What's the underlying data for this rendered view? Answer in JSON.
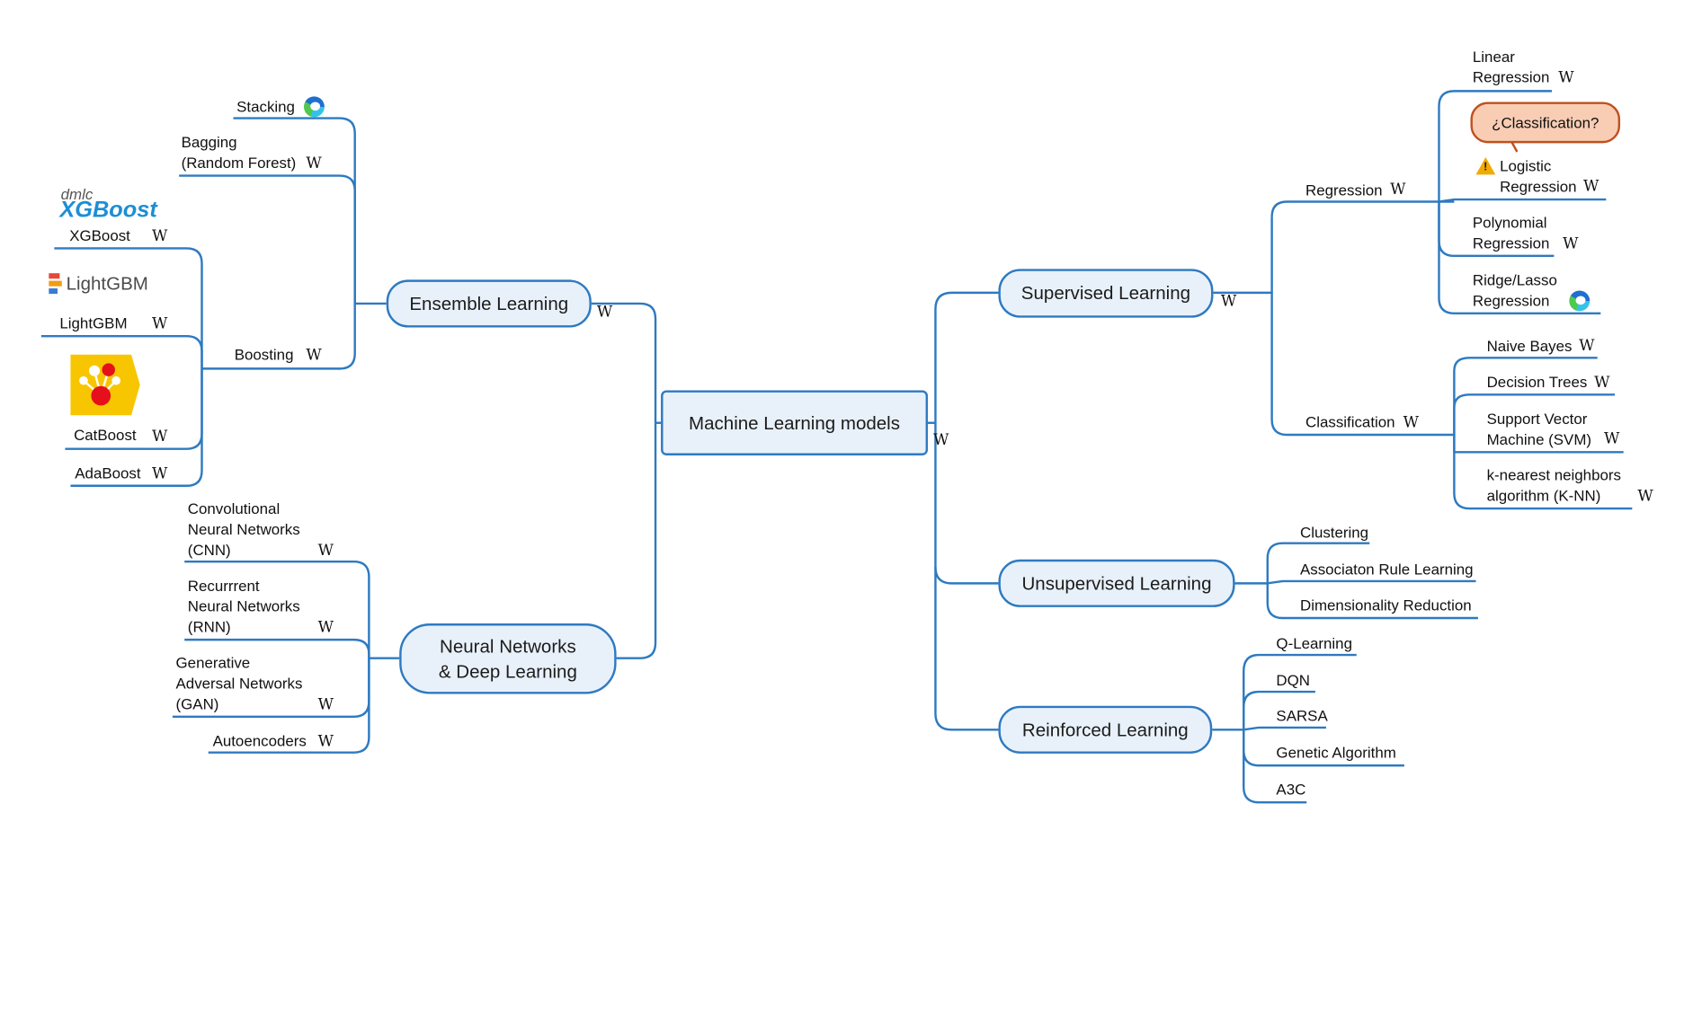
{
  "central": {
    "label": "Machine Learning models",
    "wiki": "W"
  },
  "branches": {
    "supervised": {
      "label": "Supervised Learning",
      "wiki": "W",
      "regression": {
        "label": "Regression",
        "wiki": "W",
        "items": [
          {
            "label_1": "Linear",
            "label_2": "Regression",
            "wiki": "W"
          },
          {
            "label_1": "Logistic",
            "label_2": "Regression",
            "wiki": "W"
          },
          {
            "label_1": "Polynomial",
            "label_2": "Regression",
            "wiki": "W"
          },
          {
            "label_1": "Ridge/Lasso",
            "label_2": "Regression"
          }
        ],
        "callout": "¿Classification?",
        "warning_icon": "warning-icon"
      },
      "classification": {
        "label": "Classification",
        "wiki": "W",
        "items": [
          {
            "label_1": "Naive Bayes",
            "wiki": "W"
          },
          {
            "label_1": "Decision Trees",
            "wiki": "W"
          },
          {
            "label_1": "Support Vector",
            "label_2": "Machine (SVM)",
            "wiki": "W"
          },
          {
            "label_1": "k-nearest neighbors",
            "label_2": "algorithm (K-NN)",
            "wiki": "W"
          }
        ]
      }
    },
    "unsupervised": {
      "label": "Unsupervised Learning",
      "items": [
        "Clustering",
        "Associaton Rule Learning",
        "Dimensionality Reduction"
      ]
    },
    "reinforced": {
      "label": "Reinforced Learning",
      "items": [
        "Q-Learning",
        "DQN",
        "SARSA",
        "Genetic Algorithm",
        "A3C"
      ]
    },
    "ensemble": {
      "label": "Ensemble Learning",
      "wiki": "W",
      "stacking": {
        "label": "Stacking"
      },
      "bagging": {
        "label_1": "Bagging",
        "label_2": "(Random Forest)",
        "wiki": "W"
      },
      "boosting": {
        "label": "Boosting",
        "wiki": "W",
        "items": [
          {
            "label": "XGBoost",
            "wiki": "W"
          },
          {
            "label": "LightGBM",
            "wiki": "W"
          },
          {
            "label": "CatBoost",
            "wiki": "W"
          },
          {
            "label": "AdaBoost",
            "wiki": "W"
          }
        ],
        "logos": {
          "xgboost_small": "dmlc",
          "xgboost_big": "XGBoost",
          "lightgbm": "LightGBM"
        }
      }
    },
    "neural": {
      "label_1": "Neural Networks",
      "label_2": "& Deep Learning",
      "items": [
        {
          "lines": [
            "Convolutional",
            "Neural Networks",
            "(CNN)"
          ],
          "wiki": "W"
        },
        {
          "lines": [
            "Recurrrent",
            "Neural Networks",
            "(RNN)"
          ],
          "wiki": "W"
        },
        {
          "lines": [
            "Generative",
            "Adversal Networks",
            "(GAN)"
          ],
          "wiki": "W"
        },
        {
          "lines": [
            "Autoencoders"
          ],
          "wiki": "W"
        }
      ]
    }
  },
  "colors": {
    "line": "#2e7ac1",
    "topic_fill": "#e8f1fa",
    "callout_fill": "#f8cdb4",
    "callout_border": "#c0501e"
  }
}
